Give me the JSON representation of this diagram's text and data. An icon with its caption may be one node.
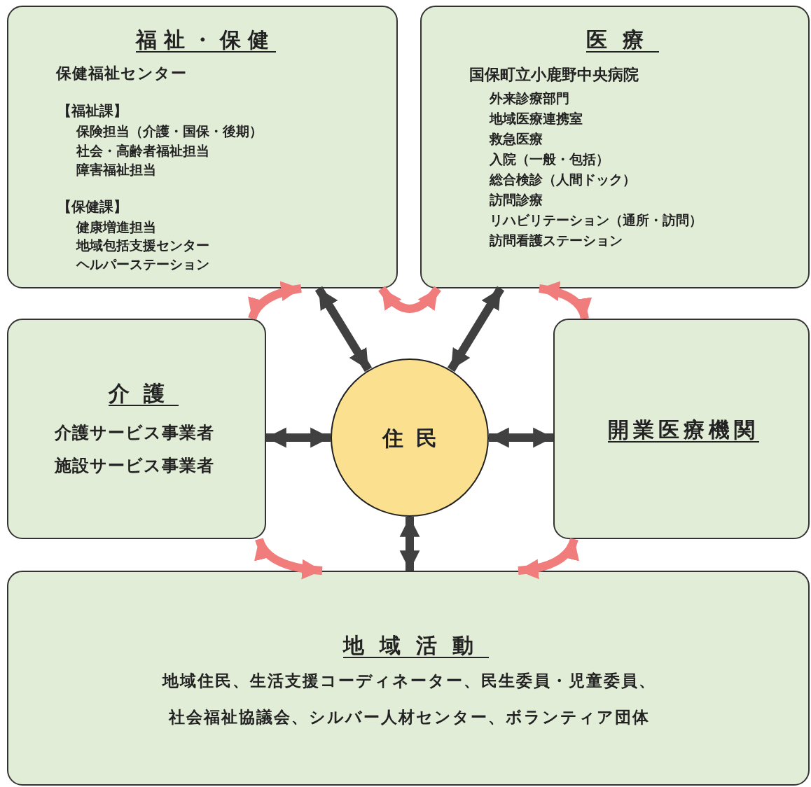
{
  "diagram": {
    "nodes": [
      {
        "text": [
          "福祉・保健",
          "保健福祉センター",
          "【福祉課】",
          "保険担当（介護・国保・後期）",
          "社会・高齢者福祉担当",
          "障害福祉担当",
          "【保健課】",
          "健康増進担当",
          "地域包括支援センター",
          "ヘルパーステーション"
        ]
      },
      {
        "text": [
          "医療",
          "国保町立小鹿野中央病院",
          "外来診療部門",
          "地域医療連携室",
          "救急医療",
          "入院（一般・包括）",
          "総合検診（人間ドック）",
          "訪問診療",
          "リハビリテーション（通所・訪問）",
          "訪問看護ステーション"
        ]
      },
      {
        "text": [
          "介護",
          "介護サービス事業者",
          "施設サービス事業者"
        ]
      },
      {
        "text": [
          "住民"
        ]
      },
      {
        "text": [
          "開業医療機関"
        ]
      },
      {
        "text": [
          "地域活動",
          "地域住民、生活支援コーディネーター、民生委員・児童委員、",
          "社会福祉協議会、シルバー人材センター、ボランティア団体"
        ]
      }
    ],
    "edges": [
      {
        "from": 3,
        "to": 0,
        "arrow": "both",
        "color": "#404040"
      },
      {
        "from": 3,
        "to": 1,
        "arrow": "both",
        "color": "#404040"
      },
      {
        "from": 3,
        "to": 2,
        "arrow": "both",
        "color": "#404040"
      },
      {
        "from": 3,
        "to": 4,
        "arrow": "both",
        "color": "#404040"
      },
      {
        "from": 3,
        "to": 5,
        "arrow": "both",
        "color": "#404040"
      },
      {
        "from": 0,
        "to": 1,
        "arrow": "both",
        "color": "#f07c7c"
      },
      {
        "from": 0,
        "to": 2,
        "arrow": "both",
        "color": "#f07c7c"
      },
      {
        "from": 1,
        "to": 4,
        "arrow": "both",
        "color": "#f07c7c"
      },
      {
        "from": 2,
        "to": 5,
        "arrow": "both",
        "color": "#f07c7c"
      },
      {
        "from": 4,
        "to": 5,
        "arrow": "both",
        "color": "#f07c7c"
      }
    ]
  }
}
